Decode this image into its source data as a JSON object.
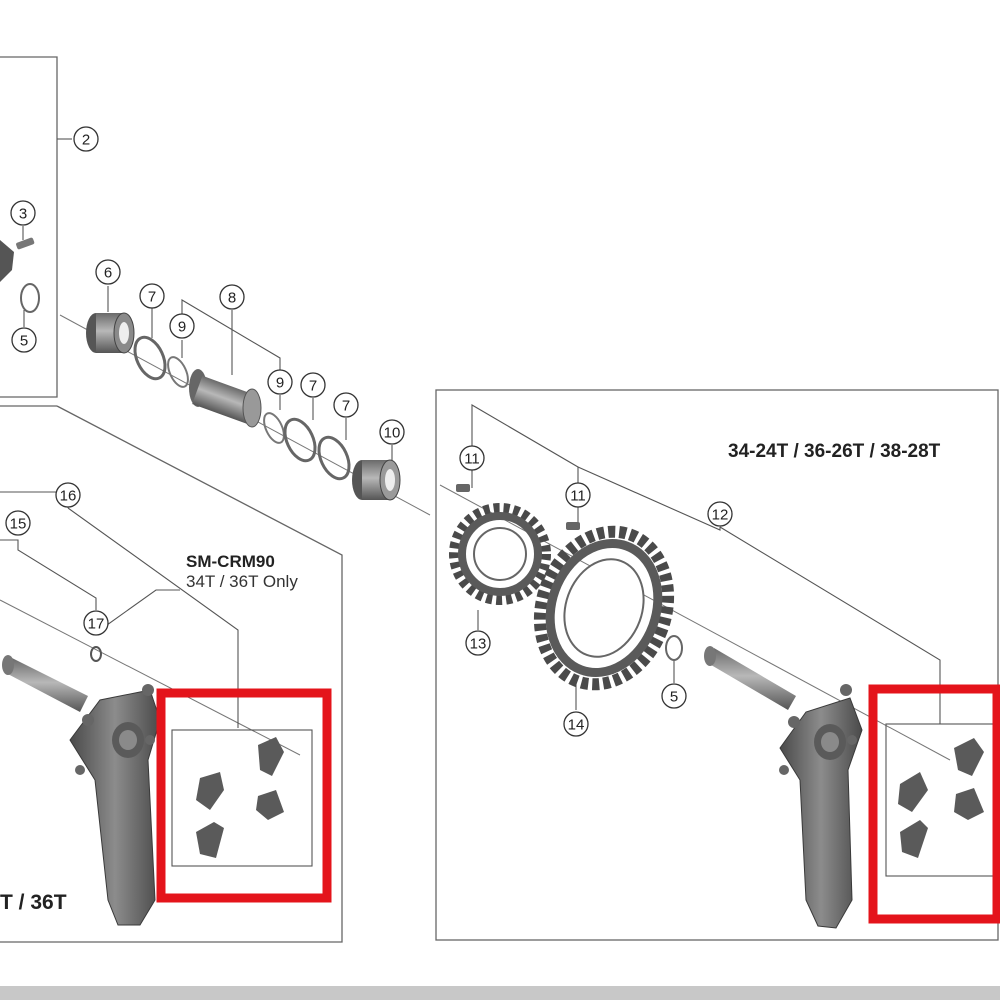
{
  "callouts": {
    "c2": "2",
    "c3": "3",
    "c5a": "5",
    "c6": "6",
    "c7a": "7",
    "c9a": "9",
    "c8": "8",
    "c9b": "9",
    "c7b": "7",
    "c7c": "7",
    "c10": "10",
    "c16": "16",
    "c15": "15",
    "c17": "17",
    "c11a": "11",
    "c11b": "11",
    "c12": "12",
    "c13": "13",
    "c14": "14",
    "c5b": "5"
  },
  "left_panel": {
    "model_label": "SM-CRM90",
    "model_note": "34T / 36T Only",
    "teeth_label": "T / 36T"
  },
  "right_panel": {
    "teeth_label": "34-24T / 36-26T / 38-28T"
  },
  "colors": {
    "highlight": "#e4141b",
    "part_dark": "#4e4e4e",
    "part_mid": "#7a7a7a",
    "part_light": "#a8a8a8",
    "line": "#555555",
    "bar": "#c8c8c8"
  }
}
